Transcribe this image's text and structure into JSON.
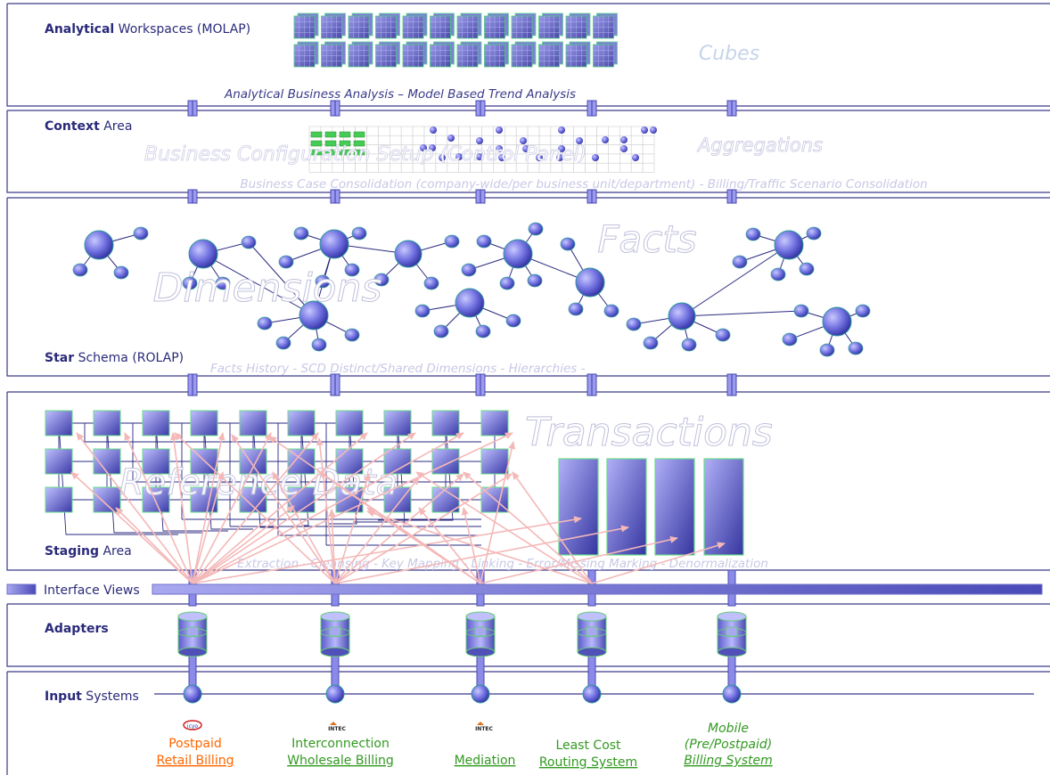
{
  "layers": {
    "analytical": {
      "bold": "Analytical",
      "rest": " Workspaces (MOLAP)",
      "caption": "Analytical Business Analysis – Model Based Trend Analysis",
      "overlay": "Cubes"
    },
    "context": {
      "bold": "Context",
      "rest": " Area",
      "caption": "Business Case Consolidation (company-wide/per business unit/department) - Billing/Traffic Scenario Consolidation",
      "overlay_config": "Business Configuration Setup (Control Panel)",
      "overlay_agg": "Aggregations"
    },
    "star": {
      "bold": "Star",
      "rest": " Schema (ROLAP)",
      "caption": "Facts History - SCD Distinct/Shared Dimensions - Hierarchies -",
      "overlay_facts": "Facts",
      "overlay_dims": "Dimensions"
    },
    "staging": {
      "bold": "Staging",
      "rest": " Area",
      "caption": "Extraction - Cleansing - Key Mapping - Linking - Error/Missing Marking - Denormalization",
      "overlay_trans": "Transactions",
      "overlay_ref": "Reference Data"
    },
    "interface": {
      "label": "Interface Views"
    },
    "adapters": {
      "bold": "Adapters",
      "rest": ""
    },
    "input": {
      "bold": "Input",
      "rest": " Systems"
    }
  },
  "sources": [
    {
      "id": "postpaid",
      "logo": "icyo",
      "line1": "Postpaid",
      "line2": "Retail Billing",
      "line3": "",
      "color": "#ff6600"
    },
    {
      "id": "interconnection",
      "logo": "INTEC",
      "line1": "Interconnection",
      "line2": "Wholesale Billing",
      "line3": "",
      "color": "#339922"
    },
    {
      "id": "mediation",
      "logo": "INTEC",
      "line1": "",
      "line2": "Mediation",
      "line3": "",
      "color": "#339922"
    },
    {
      "id": "lcr",
      "logo": "",
      "line1": "Least Cost",
      "line2": "Routing System",
      "line3": "",
      "color": "#339922"
    },
    {
      "id": "mobile",
      "logo": "",
      "line1": "Mobile",
      "line2": "(Pre/Postpaid)",
      "line3": "Billing System",
      "color": "#339922"
    }
  ],
  "colors": {
    "accent": "#5555cc",
    "title": "#2a2a7a",
    "caption": "#3a3a8a",
    "faded": "#b8b8dd",
    "arrow": "#f4b8b8"
  }
}
